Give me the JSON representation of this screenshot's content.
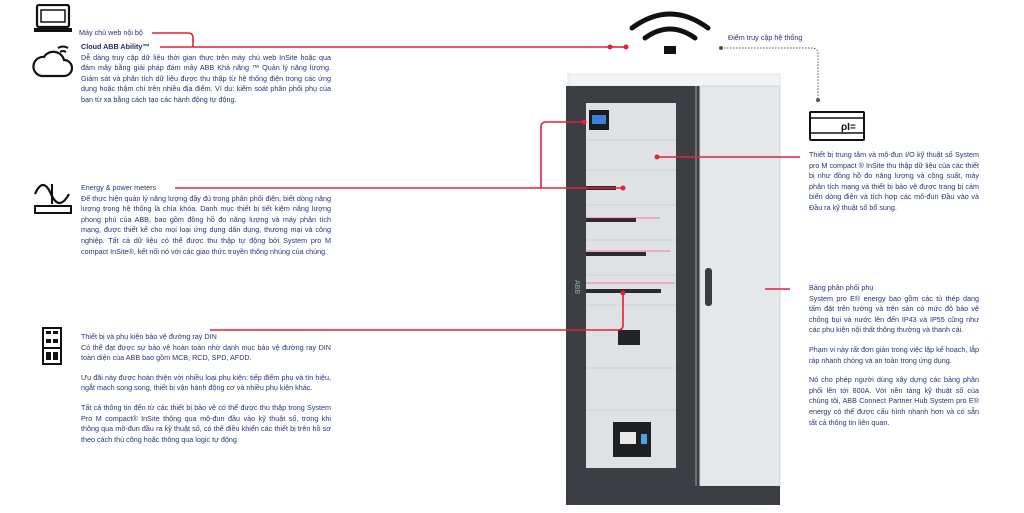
{
  "local_server": {
    "label": "Máy chủ web nội bộ",
    "icon": "laptop-icon"
  },
  "cloud": {
    "title": "Cloud ABB Ability™",
    "text": "Dễ dàng truy cập dữ liệu thời gian thực trên máy chủ web InSite hoặc qua đám mây bằng giải pháp đám mây ABB Khả năng ™ Quản lý năng lượng. Giám sát và phân tích dữ liệu được thu thập từ hệ thống điện trong các ứng dụng hoặc thậm chí trên nhiều địa điểm. Ví dụ: kiểm soát phân phối phụ của bạn từ xa bằng cách tạo các hành động tự động.",
    "icon": "cloud-wifi-icon"
  },
  "energy": {
    "title": "Energy & power meters",
    "text": "Để thực hiện quản lý năng lượng đầy đủ trong phân phối điện, biết dòng năng lượng trong hệ thống là chìa khóa. Danh mục thiết bị tiết kiệm năng lượng phong phú của ABB, bao gồm đồng hồ đo năng lượng và máy phân tích mạng, được thiết kế cho mọi loại ứng dụng dân dụng, thương mại và công nghiệp. Tất cả dữ liệu có thể được thu thập tự động bởi System pro M compact InSite®, kết nối nó với các giao thức truyền thông nhúng của chúng.",
    "icon": "sine-meter-icon"
  },
  "din": {
    "title": "Thiết bị và phụ kiện bảo vệ đường ray DIN",
    "paragraphs": [
      "Có thể đạt được sự bảo vệ hoàn toàn nhờ danh mục bảo vệ đường ray DIN toàn diện của ABB bao gồm MCB, RCD, SPD, AFDD.",
      "Ưu đãi này được hoàn thiện với nhiều loại phụ kiện: tiếp điểm phụ và tín hiệu, ngắt mạch song song, thiết bị vận hành động cơ và nhiều phụ kiện khác.",
      "Tất cả thông tin đến từ các thiết bị bảo vệ có thể được thu thập trong System Pro M compact® InSite thông qua mô-đun đầu vào kỹ thuật số, trong khi thông qua mô-đun đầu ra kỹ thuật số, có thể điều khiển các thiết bị trên hồ sơ theo cách thủ công hoặc thông qua logic tự động"
    ],
    "icon": "din-rail-icon"
  },
  "access_point": {
    "label": "Điểm truy cập hệ thống",
    "icon": "wifi-icon"
  },
  "insite": {
    "text": "Thiết bị trung tâm và mô-đun I/O kỹ thuật số System pro M compact ® InSite thu thập dữ liệu của các thiết bị như đồng hồ đo năng lượng và công suất, máy phân tích mạng và thiết bị bảo vệ được trang bị cảm biến dòng điện và tích hợp các mô-đun Đầu vào và Đầu ra kỹ thuật số bổ sung.",
    "icon": "io-module-icon"
  },
  "sub": {
    "title": "Bảng phân phối phụ",
    "paragraphs": [
      "System pro E® energy bao gồm các tủ thép dạng tấm đặt trên tường và trên sàn có mức độ bảo vệ chống bụi và nước lên đến IP43 và IP55 cũng như các phụ kiện nội thất thông thường và thanh cái.",
      "Phạm vi này rất đơn giản trong việc lập kế hoạch, lắp ráp nhanh chóng và an toàn trong ứng dụng.",
      "Nó cho phép người dùng xây dựng các bảng phân phối lên tới 800A. Với nền tảng kỹ thuật số của chúng tôi, ABB Connect Partner Hub System pro E® energy có thể được cấu hình nhanh hơn và có sẵn tất cả thông tin liên quan."
    ]
  },
  "cabinet": {
    "brand": "ABB"
  },
  "colors": {
    "accent": "#e5213a",
    "text": "#26337a",
    "frame": "#3a3d42"
  }
}
